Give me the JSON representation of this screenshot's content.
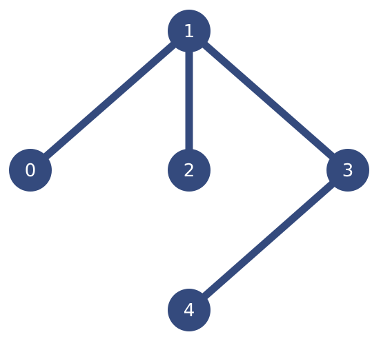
{
  "graph": {
    "color": "#344a7d",
    "label_color": "#ffffff",
    "nodes": [
      {
        "id": "0",
        "label": "0"
      },
      {
        "id": "1",
        "label": "1"
      },
      {
        "id": "2",
        "label": "2"
      },
      {
        "id": "3",
        "label": "3"
      },
      {
        "id": "4",
        "label": "4"
      }
    ],
    "edges": [
      {
        "from": "1",
        "to": "0"
      },
      {
        "from": "1",
        "to": "2"
      },
      {
        "from": "1",
        "to": "3"
      },
      {
        "from": "3",
        "to": "4"
      }
    ]
  }
}
